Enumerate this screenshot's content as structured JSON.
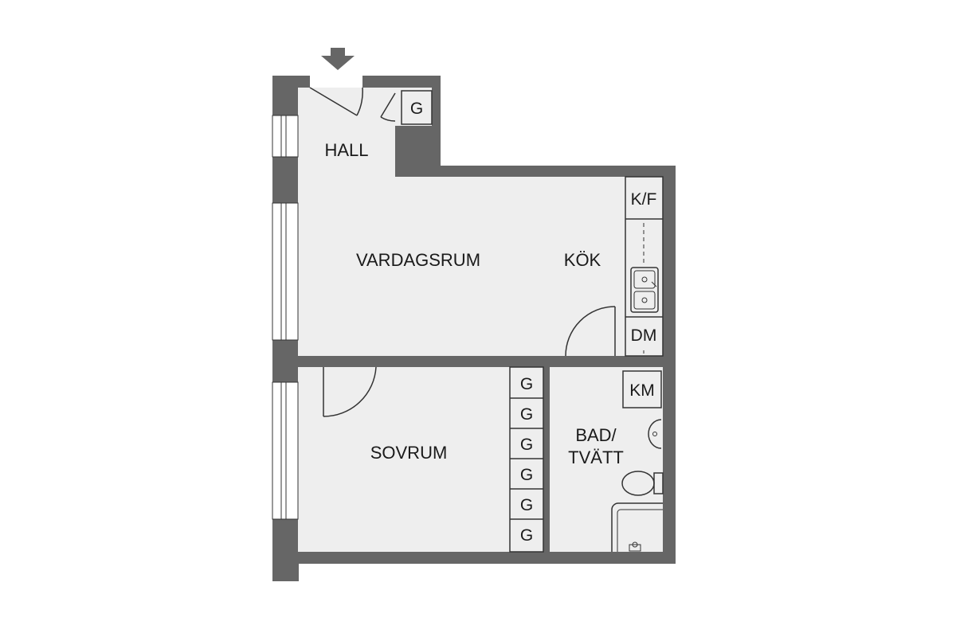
{
  "floorplan": {
    "rooms": {
      "hall": "HALL",
      "vardagsrum": "VARDAGSRUM",
      "kok": "KÖK",
      "sovrum": "SOVRUM",
      "bad_line1": "BAD/",
      "bad_line2": "TVÄTT"
    },
    "fixtures": {
      "hall_wardrobe": "G",
      "fridge_freezer": "K/F",
      "dishwasher": "DM",
      "washing_machine": "KM",
      "bedroom_wardrobes": [
        "G",
        "G",
        "G",
        "G",
        "G",
        "G"
      ]
    },
    "colors": {
      "wall": "#666666",
      "floor": "#eeeeee",
      "line": "#333333"
    }
  }
}
